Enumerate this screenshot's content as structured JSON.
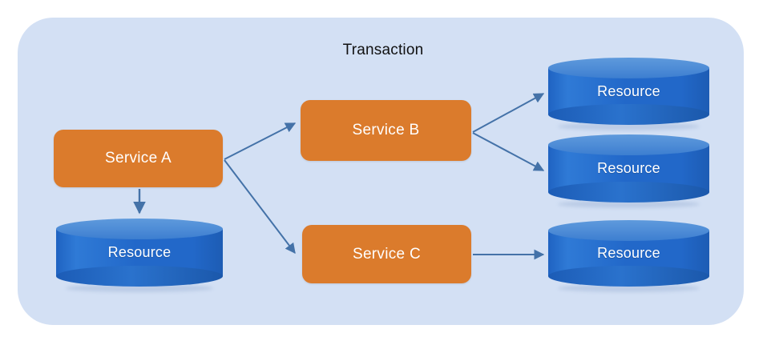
{
  "diagram": {
    "title": "Transaction",
    "type": "distributed-transaction-architecture",
    "boundary_label": "Transaction",
    "colors": {
      "boundary_background": "#d3e0f4",
      "service_fill": "#db7b2c",
      "resource_fill": "#2268c9",
      "resource_top_fill": "#4d8bd6",
      "arrow_stroke": "#4472a8",
      "title_text": "#111111",
      "node_text": "#ffffff",
      "page_background": "#ffffff"
    },
    "nodes": [
      {
        "id": "service-a",
        "label": "Service A",
        "shape": "rounded-rect"
      },
      {
        "id": "service-b",
        "label": "Service B",
        "shape": "rounded-rect"
      },
      {
        "id": "service-c",
        "label": "Service C",
        "shape": "rounded-rect"
      },
      {
        "id": "resource-left",
        "label": "Resource",
        "shape": "cylinder"
      },
      {
        "id": "resource-top",
        "label": "Resource",
        "shape": "cylinder"
      },
      {
        "id": "resource-middle",
        "label": "Resource",
        "shape": "cylinder"
      },
      {
        "id": "resource-bottom",
        "label": "Resource",
        "shape": "cylinder"
      }
    ],
    "edges": [
      {
        "from": "service-a",
        "to": "service-b",
        "style": "arrow"
      },
      {
        "from": "service-a",
        "to": "service-c",
        "style": "arrow"
      },
      {
        "from": "service-a",
        "to": "resource-left",
        "style": "arrow"
      },
      {
        "from": "service-b",
        "to": "resource-top",
        "style": "arrow"
      },
      {
        "from": "service-b",
        "to": "resource-middle",
        "style": "arrow"
      },
      {
        "from": "service-c",
        "to": "resource-bottom",
        "style": "arrow"
      }
    ]
  }
}
